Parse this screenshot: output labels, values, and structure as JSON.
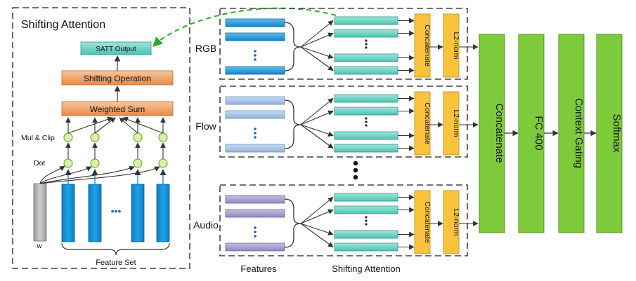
{
  "left_panel": {
    "title": "Shifting Attention",
    "satt_output": "SATT Output",
    "shifting_operation": "Shifting Operation",
    "weighted_sum": "Weighted Sum",
    "mul_clip": "Mul & Clip",
    "dot": "Dot",
    "w_label": "w",
    "ellipsis": "•••",
    "feature_set": "Feature Set"
  },
  "modalities": [
    {
      "name": "RGB",
      "concat": "Concatenate",
      "norm": "L2-norm"
    },
    {
      "name": "Flow",
      "concat": "Concatenate",
      "norm": "L2-norm"
    },
    {
      "name": "Audio",
      "concat": "Concatenate",
      "norm": "L2-norm"
    }
  ],
  "bottom_labels": {
    "features": "Features",
    "shifting_attention": "Shifting Attention"
  },
  "columns": [
    {
      "label": "Concatenate"
    },
    {
      "label": "FC 400"
    },
    {
      "label": "Context Gating"
    },
    {
      "label": "Softmax"
    }
  ],
  "colors": {
    "rgb_feature": "#1493d8",
    "flow_feature": "#a6c4e4",
    "audio_feature": "#a99ccc",
    "teal_box": "#6fd3c5",
    "concat_box": "#fbc23d",
    "green_column": "#7dcb3a",
    "orange_box": "#f0a46a",
    "node_fill": "#d6f2a4",
    "curve_arrow": "#2ea82e"
  }
}
